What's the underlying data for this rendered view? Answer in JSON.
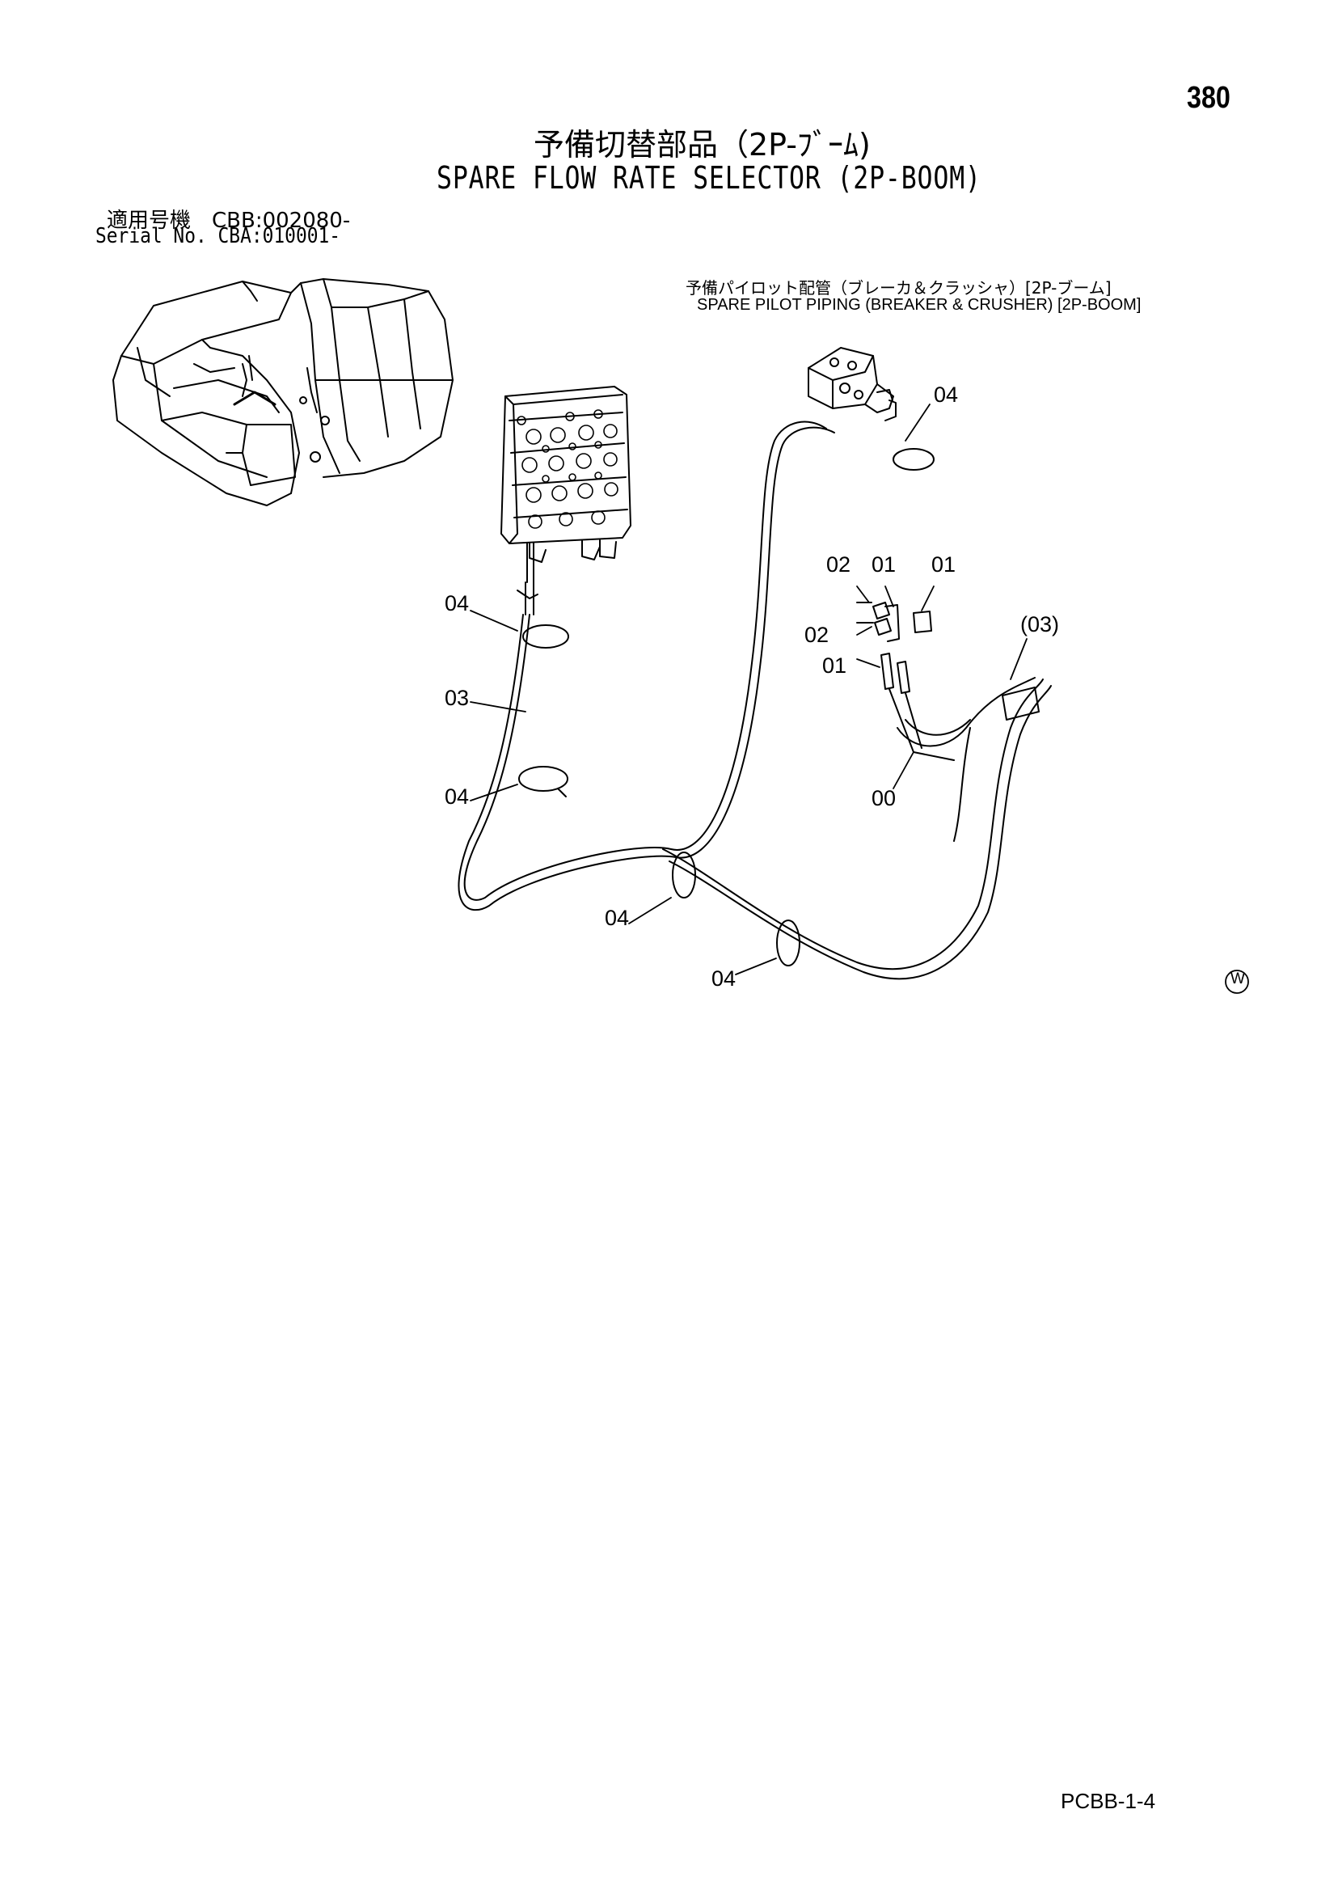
{
  "header": {
    "page_number": "380",
    "title_jp": "予備切替部品（2P-ﾌﾞｰﾑ)",
    "title_en": "SPARE FLOW RATE SELECTOR (2P-BOOM)",
    "serial_jp": "適用号機　CBB:002080-",
    "serial_en": "Serial No. CBA:010001-"
  },
  "diagram": {
    "subassembly_jp": "予備パイロット配管（ブレーカ＆クラッシャ）[2P-ブーム]",
    "subassembly_en": "SPARE PILOT PIPING (BREAKER & CRUSHER) [2P-BOOM]",
    "callouts": {
      "c04_top_right": "04",
      "c02_a": "02",
      "c01_a": "01",
      "c01_b": "01",
      "c02_b": "02",
      "c01_c": "01",
      "c03_paren": "(03)",
      "c04_left_upper": "04",
      "c03_left": "03",
      "c04_left_lower": "04",
      "c00": "00",
      "c04_bottom_a": "04",
      "c04_bottom_b": "04"
    },
    "mark": "W"
  },
  "footer": {
    "code": "PCBB-1-4"
  }
}
